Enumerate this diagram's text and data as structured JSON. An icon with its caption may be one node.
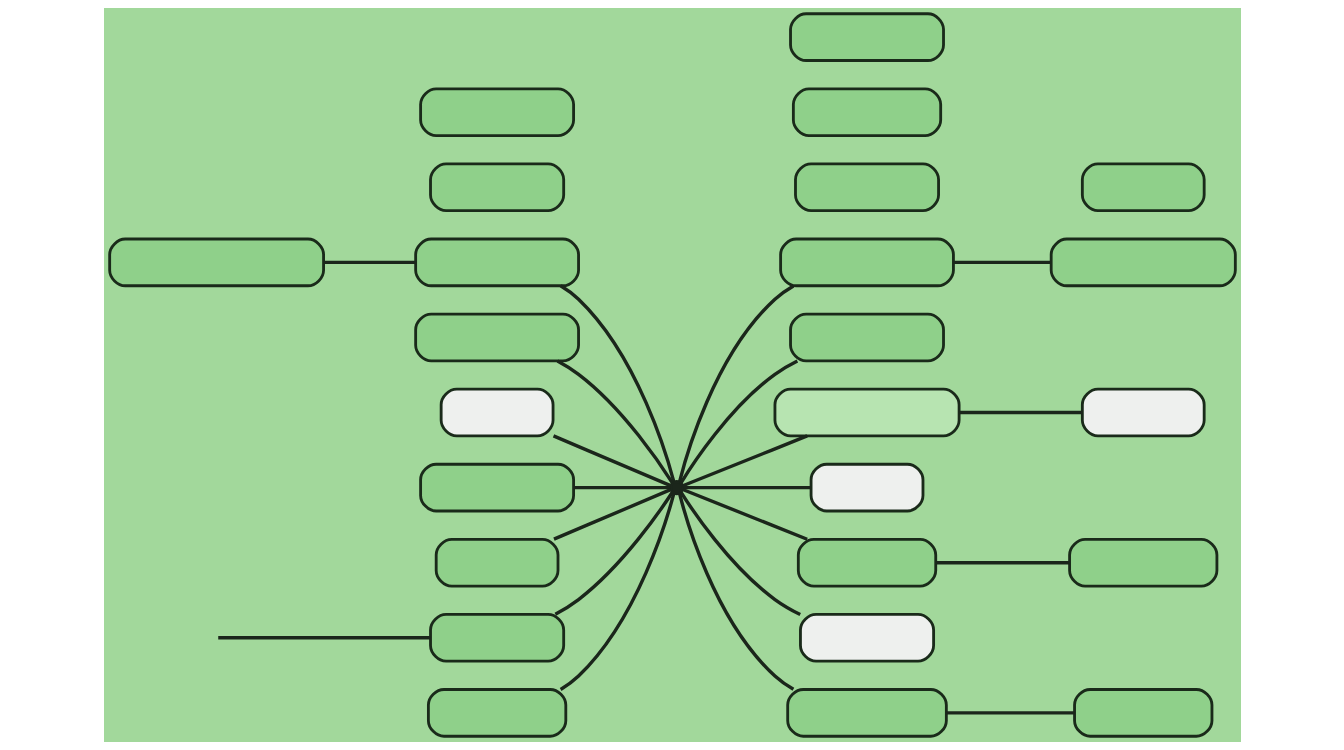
{
  "diagram": {
    "nodes": [
      {
        "text": [],
        "shape": "box"
      },
      {
        "text": [],
        "shape": "box"
      },
      {
        "text": [],
        "shape": "box"
      },
      {
        "text": [],
        "shape": "box"
      },
      {
        "text": [],
        "shape": "box"
      },
      {
        "text": [],
        "shape": "box"
      },
      {
        "text": [],
        "shape": "box"
      },
      {
        "text": [],
        "shape": "box"
      },
      {
        "text": [],
        "shape": "box"
      },
      {
        "text": [],
        "shape": "box"
      },
      {
        "text": [],
        "shape": "box"
      },
      {
        "text": [],
        "shape": "box"
      },
      {
        "text": [],
        "shape": "box"
      },
      {
        "text": [],
        "shape": "point"
      },
      {
        "text": [],
        "shape": "box"
      },
      {
        "text": [],
        "shape": "box"
      },
      {
        "text": [],
        "shape": "cloud"
      },
      {
        "text": [],
        "shape": "box"
      },
      {
        "text": [],
        "shape": "box"
      },
      {
        "text": [],
        "shape": "box"
      },
      {
        "text": [],
        "shape": "box"
      },
      {
        "text": [],
        "shape": "box"
      },
      {
        "text": [],
        "shape": "box"
      },
      {
        "text": [],
        "shape": "box"
      },
      {
        "text": [],
        "shape": "box"
      },
      {
        "text": [],
        "shape": "box"
      }
    ],
    "edges": [
      {
        "from": 0,
        "to": 9,
        "arrow": "none"
      },
      {
        "from": 9,
        "to": 13,
        "arrow": "none"
      },
      {
        "from": 5,
        "to": 13,
        "arrow": "none"
      },
      {
        "from": 8,
        "to": 13,
        "arrow": "none"
      },
      {
        "from": 3,
        "to": 13,
        "arrow": "none"
      },
      {
        "from": 12,
        "to": 13,
        "arrow": "none"
      },
      {
        "from": null,
        "to": 15,
        "arrow": "none"
      },
      {
        "from": 15,
        "to": 13,
        "arrow": "none"
      },
      {
        "from": 19,
        "to": 13,
        "arrow": "none"
      },
      {
        "from": 13,
        "to": 10,
        "arrow": "none"
      },
      {
        "from": 13,
        "to": 7,
        "arrow": "none"
      },
      {
        "from": 7,
        "to": 1,
        "arrow": "none"
      },
      {
        "from": 13,
        "to": 11,
        "arrow": "none"
      },
      {
        "from": 11,
        "to": 6,
        "arrow": "none"
      },
      {
        "from": 13,
        "to": 14,
        "arrow": "none"
      },
      {
        "from": 13,
        "to": 16,
        "arrow": "none"
      },
      {
        "from": 16,
        "to": 17,
        "arrow": "none"
      },
      {
        "from": 13,
        "to": 18,
        "arrow": "none"
      },
      {
        "from": 13,
        "to": 20,
        "arrow": "none"
      },
      {
        "from": 20,
        "to": 23,
        "arrow": "none"
      }
    ]
  }
}
